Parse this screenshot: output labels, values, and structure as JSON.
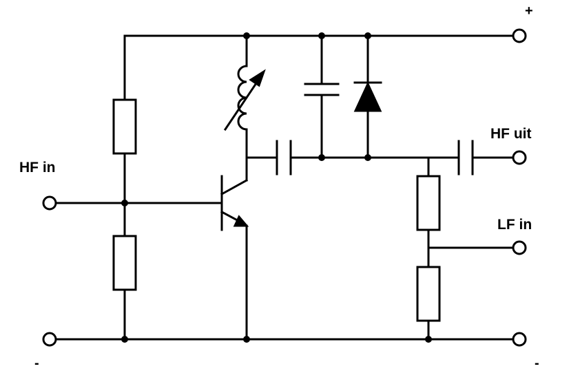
{
  "labels": {
    "supply_plus": "+",
    "hf_in": "HF in",
    "hf_out": "HF uit",
    "lf_in": "LF in",
    "minus_left": "-",
    "minus_right": "-"
  },
  "colors": {
    "line": "#000000",
    "background": "#ffffff"
  }
}
